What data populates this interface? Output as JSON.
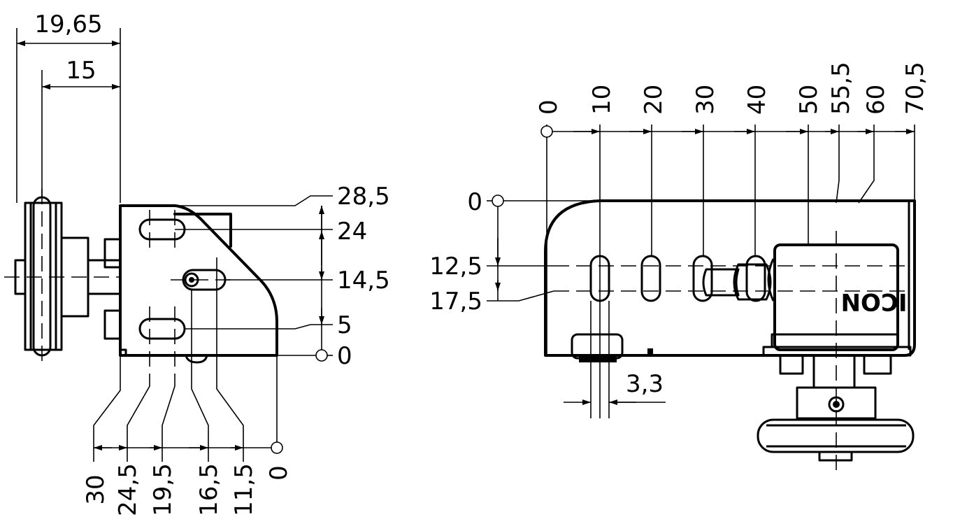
{
  "side_view": {
    "top_dims": [
      "19,65",
      "15"
    ],
    "right_dims": [
      "28,5",
      "24",
      "14,5",
      "5",
      "0"
    ],
    "bottom_dims": [
      "30",
      "24,5",
      "19,5",
      "16,5",
      "11,5",
      "0"
    ]
  },
  "front_view": {
    "top_dims": [
      "0",
      "10",
      "20",
      "30",
      "40",
      "50",
      "55,5",
      "60",
      "70,5"
    ],
    "left_dims": [
      "0",
      "12,5",
      "17,5"
    ],
    "slot_dim": "3,3",
    "brand_text": "ICON"
  }
}
